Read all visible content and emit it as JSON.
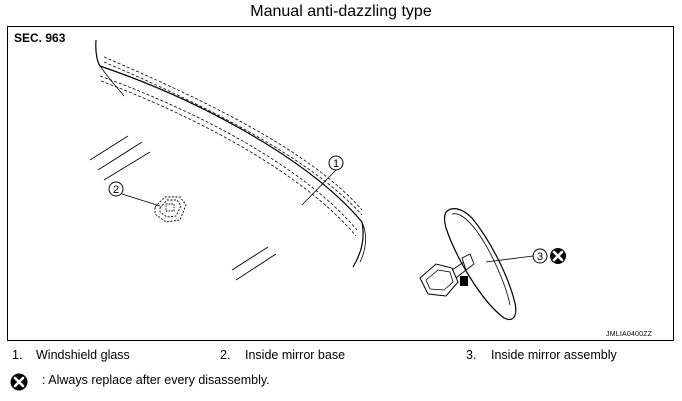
{
  "title": "Manual anti-dazzling type",
  "section": "SEC. 963",
  "image_code": "JMLIA0400ZZ",
  "callouts": [
    "1",
    "2",
    "3"
  ],
  "legend": [
    {
      "num": "1.",
      "label": "Windshield glass"
    },
    {
      "num": "2.",
      "label": "Inside mirror base"
    },
    {
      "num": "3.",
      "label": "Inside mirror assembly"
    }
  ],
  "note": ": Always replace after every disassembly.",
  "icons": {
    "replace": "replace-cross-icon"
  }
}
